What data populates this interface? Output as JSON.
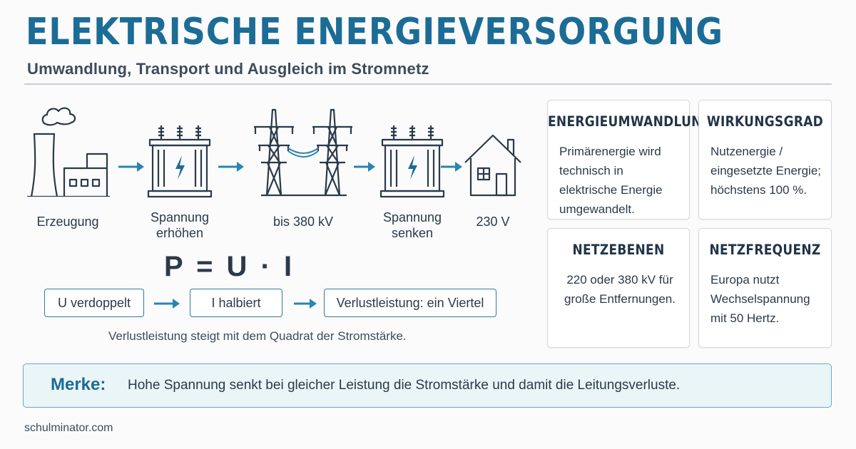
{
  "header": {
    "title": "ELEKTRISCHE ENERGIEVERSORGUNG",
    "subtitle": "Umwandlung, Transport und Ausgleich im Stromnetz"
  },
  "chain": {
    "stages": [
      {
        "label": "Erzeugung",
        "icon": "power-plant-icon"
      },
      {
        "label": "Spannung erhöhen",
        "icon": "transformer-icon"
      },
      {
        "label": "bis 380 kV",
        "icon": "transmission-tower-icon"
      },
      {
        "label": "Spannung senken",
        "icon": "transformer-icon"
      },
      {
        "label": "230 V",
        "icon": "house-icon"
      }
    ]
  },
  "formula": {
    "text": "P = U · I",
    "steps": [
      "U verdoppelt",
      "I halbiert",
      "Verlustleistung: ein Viertel"
    ],
    "note": "Verlustleistung steigt mit dem Quadrat der Stromstärke."
  },
  "cards": [
    {
      "title": "ENERGIEUMWANDLUNG",
      "text": "Primärenergie wird technisch in elektrische Energie umgewandelt."
    },
    {
      "title": "WIRKUNGSGRAD",
      "text": "Nutzenergie / eingesetzte Energie; höchstens 100 %."
    },
    {
      "title": "NETZEBENEN",
      "text": "220 oder 380 kV für große Entfernungen."
    },
    {
      "title": "NETZFREQUENZ",
      "text": "Europa nutzt Wechselspannung mit 50 Hertz."
    }
  ],
  "merke": {
    "label": "Merke:",
    "text": "Hohe Spannung senkt bei gleicher Leistung die Stromstärke und damit die Leitungsverluste."
  },
  "footer": {
    "text": "schulminator.com"
  },
  "colors": {
    "accent": "#1b6c96",
    "arrow": "#2a85b0",
    "line": "#2b3a4a"
  }
}
